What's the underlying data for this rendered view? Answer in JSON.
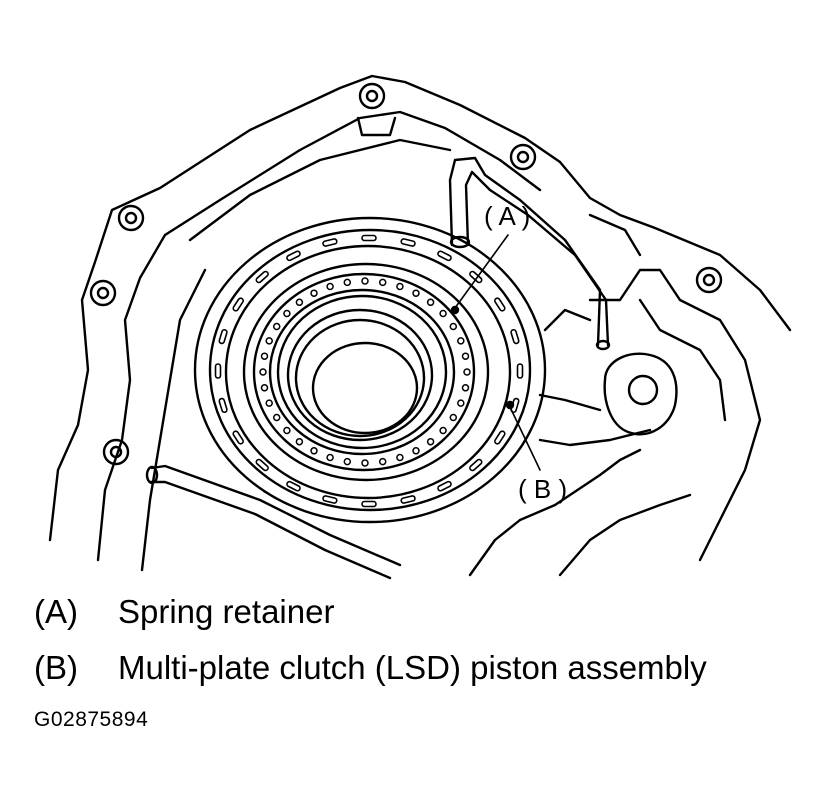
{
  "callouts": {
    "a": "( A )",
    "b": "( B )"
  },
  "legend": [
    {
      "key": "(A)",
      "description": "Spring retainer"
    },
    {
      "key": "(B)",
      "description": "Multi-plate clutch (LSD) piston assembly"
    }
  ],
  "figure_id": "G02875894",
  "colors": {
    "line": "#000000",
    "background": "#ffffff"
  }
}
